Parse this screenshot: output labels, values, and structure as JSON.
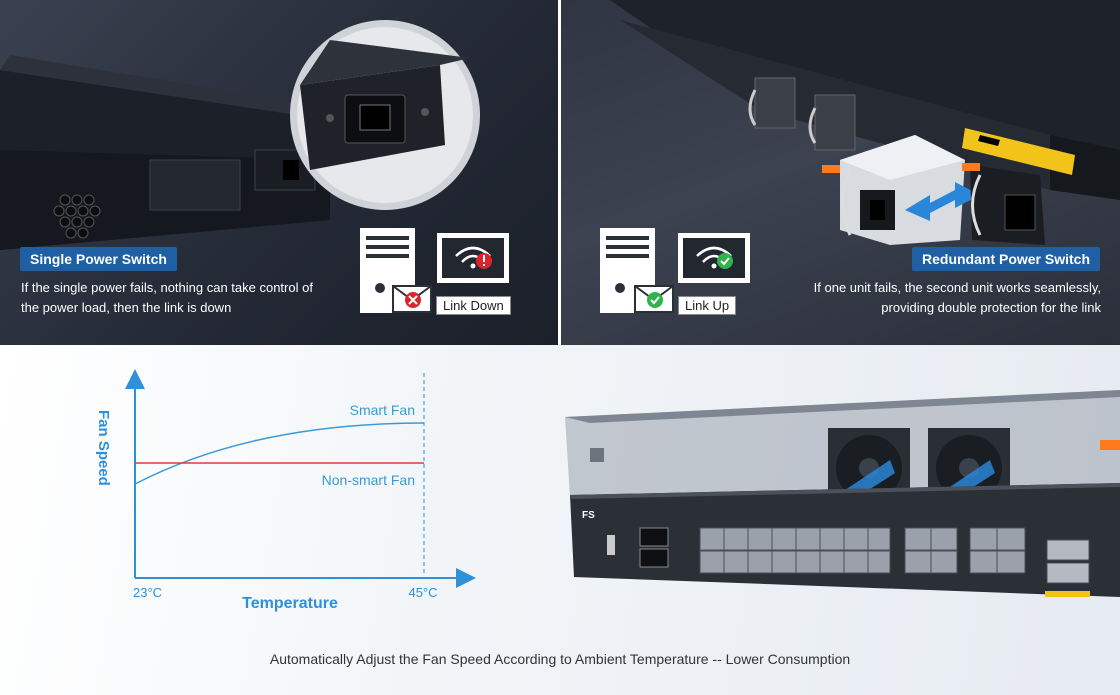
{
  "left": {
    "badge": "Single Power Switch",
    "description_line1": "If the single power fails, nothing can take control of",
    "description_line2": "the power load, then the link is down",
    "status": "Link Down"
  },
  "right": {
    "badge": "Redundant Power Switch",
    "description_line1": "If one unit fails, the second unit works seamlessly,",
    "description_line2": "providing double protection for the link",
    "status": "Link Up"
  },
  "fan_chart": {
    "y_axis_label": "Fan Speed",
    "x_axis_label": "Temperature",
    "x_min_label": "23°C",
    "x_max_label": "45°C",
    "series_smart": "Smart Fan",
    "series_non_smart": "Non-smart Fan",
    "colors": {
      "smart": "#3a9ad9",
      "non_smart": "#e03a3a",
      "axis": "#2f8fd8"
    }
  },
  "device": {
    "brand": "FS"
  },
  "caption": "Automatically Adjust the Fan Speed According to Ambient Temperature -- Lower Consumption"
}
